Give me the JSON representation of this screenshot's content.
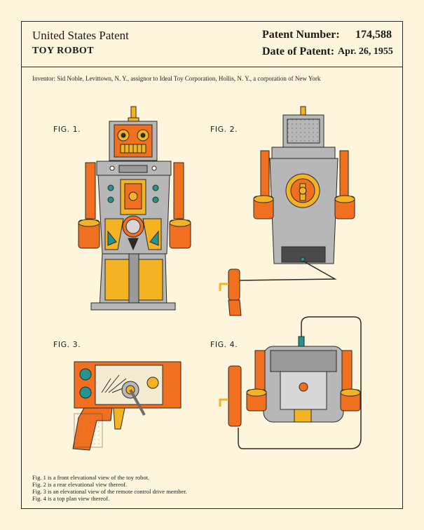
{
  "header": {
    "title": "United States Patent",
    "subtitle": "TOY ROBOT",
    "patent_number_label": "Patent Number:",
    "patent_number": "174,588",
    "date_label": "Date of Patent:",
    "date": "Apr. 26, 1955"
  },
  "inventor": "Inventor: Sid Noble, Levittown, N. Y., assignor to Ideal Toy Corporation, Hollis, N. Y., a corporation of New York",
  "figures": {
    "fig1": "FIG. 1.",
    "fig2": "FIG. 2.",
    "fig3": "FIG. 3.",
    "fig4": "FIG. 4."
  },
  "captions": [
    "Fig. 1 is a front elevational view of the toy robot.",
    "Fig. 2 is a rear elevational view thereof.",
    "Fig. 3 is an elevational view of the remote control drive member.",
    "Fig. 4 is a top plan view thereof."
  ],
  "colors": {
    "background": "#fdf6dc",
    "gray": "#b7b7b7",
    "orange": "#f0701f",
    "yellow": "#f4b323",
    "teal": "#23948e"
  }
}
